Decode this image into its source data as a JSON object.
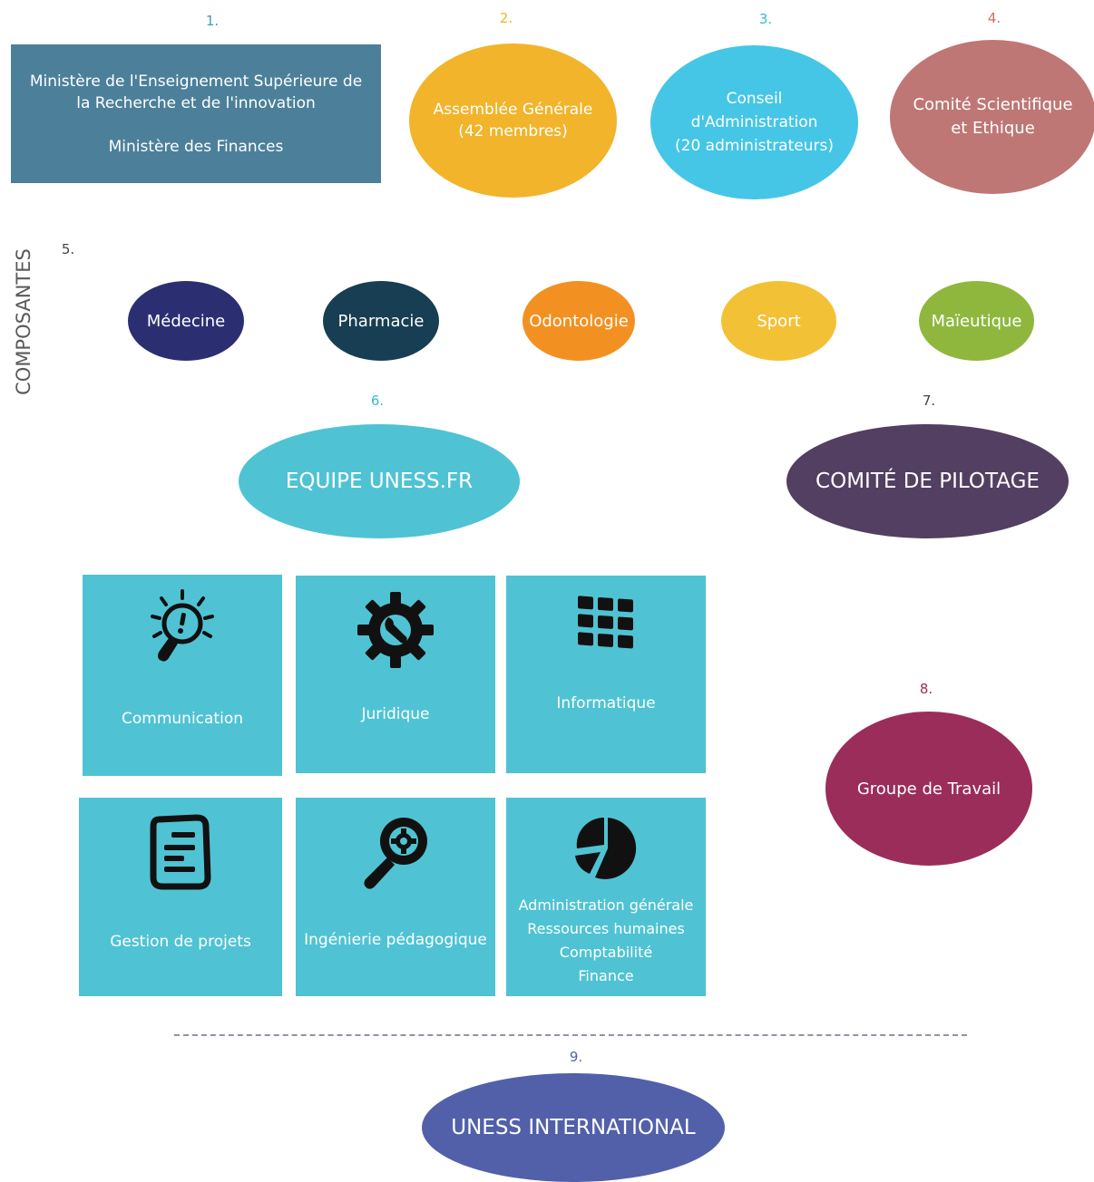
{
  "top": {
    "n1": "1.",
    "n2": "2.",
    "n3": "3.",
    "n4": "4.",
    "ministries": "Ministère de l'Enseignement Supérieure de\nla Recherche et de l'innovation\n\nMinistère des Finances",
    "assemblee": "Assemblée Générale\n(42 membres)",
    "conseil": "Conseil\nd'Administration\n(20 administrateurs)",
    "comite_scientifique": "Comité Scientifique\net Ethique"
  },
  "composantes": {
    "side_label": "COMPOSANTES",
    "n5": "5.",
    "items": [
      "Médecine",
      "Pharmacie",
      "Odontologie",
      "Sport",
      "Maïeutique"
    ]
  },
  "equipe": {
    "n6": "6.",
    "label": "EQUIPE UNESS.FR"
  },
  "pilotage": {
    "n7": "7.",
    "label": "COMITÉ DE PILOTAGE"
  },
  "teams": [
    {
      "label": "Communication",
      "icon": "lightbulb-icon"
    },
    {
      "label": "Juridique",
      "icon": "gear-wrench-icon"
    },
    {
      "label": "Informatique",
      "icon": "grid-icon"
    },
    {
      "label": "Gestion de projets",
      "icon": "document-icon"
    },
    {
      "label": "Ingénierie pédagogique",
      "icon": "magnifier-gear-icon"
    },
    {
      "label": "Administration générale\nRessources humaines\nComptabilité\nFinance",
      "icon": "pie-chart-icon"
    }
  ],
  "groupe": {
    "n8": "8.",
    "label": "Groupe de Travail"
  },
  "international": {
    "n9": "9.",
    "label": "UNESS INTERNATIONAL"
  },
  "colors": {
    "ministries": "#4c809a",
    "assemblee": "#f1b42b",
    "conseil": "#45c6e6",
    "comite_scientifique": "#be7775",
    "medecine": "#2b2f72",
    "pharmacie": "#173e52",
    "odontologie": "#f29122",
    "sport": "#f3c136",
    "maieutique": "#8fb73e",
    "equipe": "#4fc3d3",
    "pilotage": "#533f62",
    "teams": "#4fc3d3",
    "groupe": "#9b2d5a",
    "international": "#5260aa"
  }
}
